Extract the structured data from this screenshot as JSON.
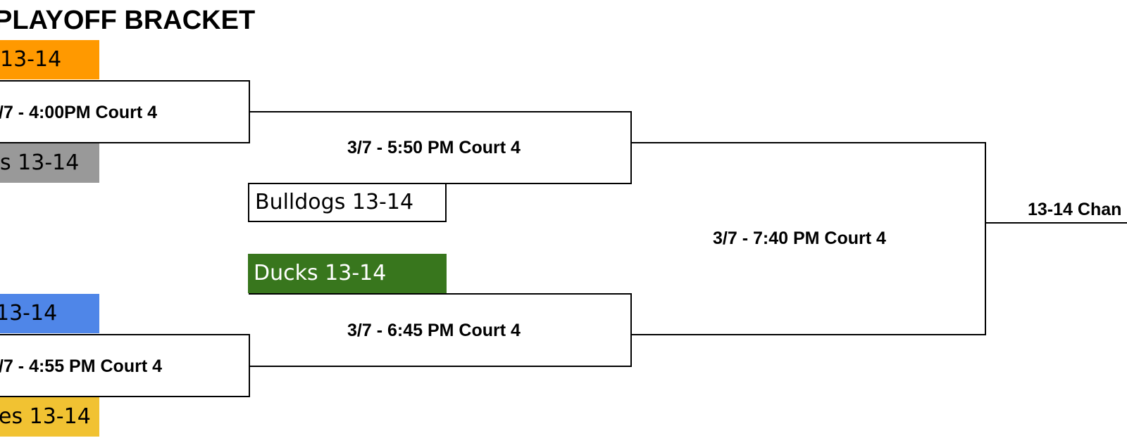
{
  "title": "PLAYOFF BRACKET",
  "teams": {
    "t1": {
      "label": "13-14",
      "bg": "#ff9900",
      "color": "#000000"
    },
    "t2": {
      "label": "13-14",
      "bg": "#999999",
      "color": "#000000",
      "prefix": "s"
    },
    "t3": {
      "label": "13-14",
      "bg": "#4f86e8",
      "color": "#000000",
      "prefix": ""
    },
    "t4": {
      "label": "es 13-14",
      "bg": "#f1c232",
      "color": "#000000"
    },
    "bulldogs": {
      "label": "Bulldogs 13-14",
      "bg": "#ffffff",
      "color": "#000000"
    },
    "ducks": {
      "label": "Ducks 13-14",
      "bg": "#38761d",
      "color": "#ffffff"
    }
  },
  "games": {
    "g1": "/7 - 4:00PM Court 4",
    "g2": "/7 - 4:55 PM Court 4",
    "g3": "3/7 - 5:50 PM Court 4",
    "g4": "3/7 - 6:45 PM Court 4",
    "g5": "3/7 - 7:40 PM Court 4",
    "final": "13-14 Chan"
  }
}
